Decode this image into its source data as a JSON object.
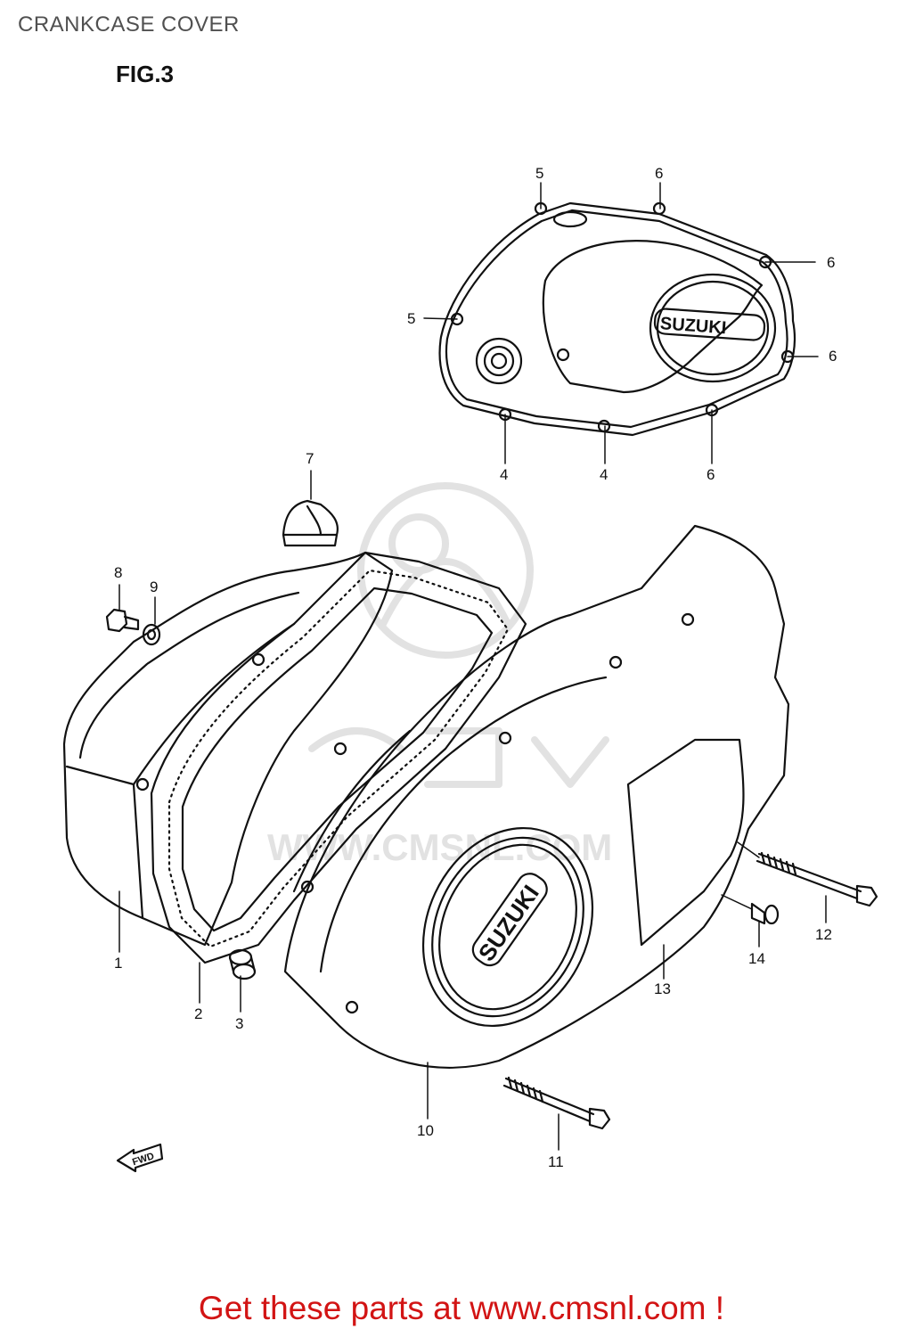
{
  "header": {
    "title": "CRANKCASE COVER",
    "figure_label": "FIG.3"
  },
  "diagram": {
    "callouts": [
      "1",
      "2",
      "3",
      "4",
      "4",
      "5",
      "5",
      "6",
      "6",
      "6",
      "6",
      "7",
      "8",
      "9",
      "10",
      "11",
      "12",
      "13",
      "14"
    ],
    "cover_logo_upper": "SUZUKI",
    "cover_logo_lower": "SUZUKI",
    "fwd_label": "FWD",
    "watermark": "WWW.CMSNL.COM"
  },
  "footer": {
    "link_text": "Get these parts at www.cmsnl.com !"
  },
  "colors": {
    "title": "#505050",
    "line": "#111111",
    "footer_link": "#d21414",
    "watermark": "#e2e2e2"
  }
}
